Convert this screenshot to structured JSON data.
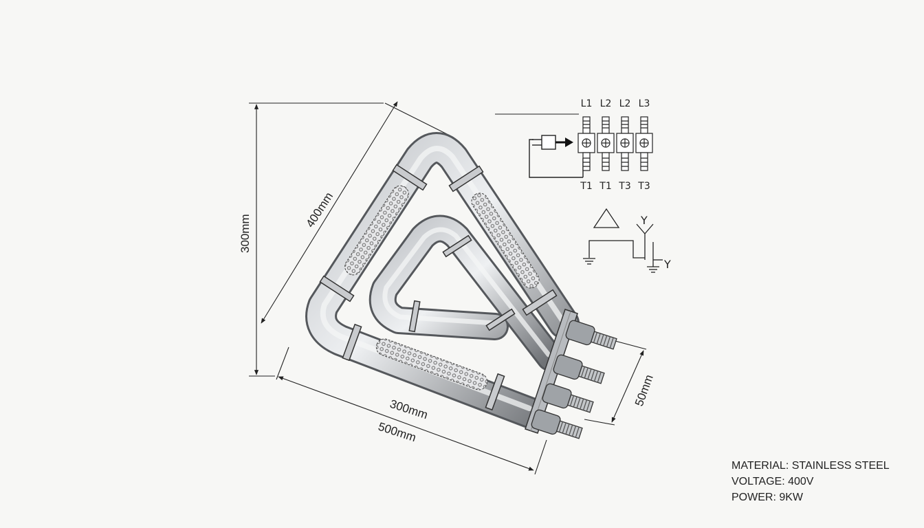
{
  "dimensions": {
    "height": "300mm",
    "diagonal": "400mm",
    "bottom_inner": "300mm",
    "bottom_outer": "500mm",
    "flange": "50mm"
  },
  "terminals": {
    "top": [
      "L1",
      "L2",
      "L2",
      "L3"
    ],
    "bottom": [
      "T1",
      "T1",
      "T3",
      "T3"
    ]
  },
  "connection": {
    "star_label_top": "Y",
    "star_label_side": "Y"
  },
  "specs": {
    "material": "MATERIAL: STAINLESS STEEL",
    "voltage": "VOLTAGE: 400V",
    "power": "POWER: 9KW"
  },
  "colors": {
    "pipe_dark": "#6f7276",
    "pipe_light": "#d9dbde",
    "line": "#222222",
    "background": "#f7f7f5"
  }
}
